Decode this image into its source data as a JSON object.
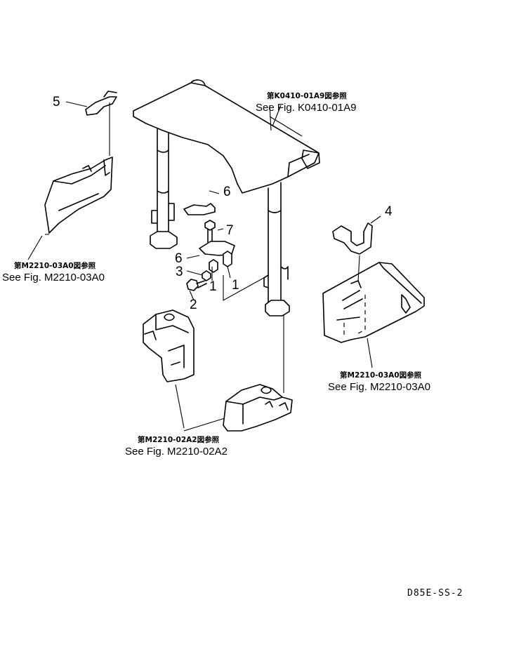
{
  "callouts": {
    "c5": "5",
    "c6_upper": "6",
    "c7": "7",
    "c6_lower": "6",
    "c3": "3",
    "c1_left": "1",
    "c1_right": "1",
    "c2": "2",
    "c4": "4"
  },
  "references": {
    "k0410": {
      "jp": "第K0410-01A9図参照",
      "see": "See Fig. K0410-01A9"
    },
    "m2210_left": {
      "jp": "第M2210-03A0図参照",
      "see": "See Fig. M2210-03A0"
    },
    "m2210_right": {
      "jp": "第M2210-03A0図参照",
      "see": "See Fig. M2210-03A0"
    },
    "m2210_02a2": {
      "jp": "第M2210-02A2図参照",
      "see": "See Fig. M2210-02A2"
    }
  },
  "drawing_code": "D85E-SS-2"
}
